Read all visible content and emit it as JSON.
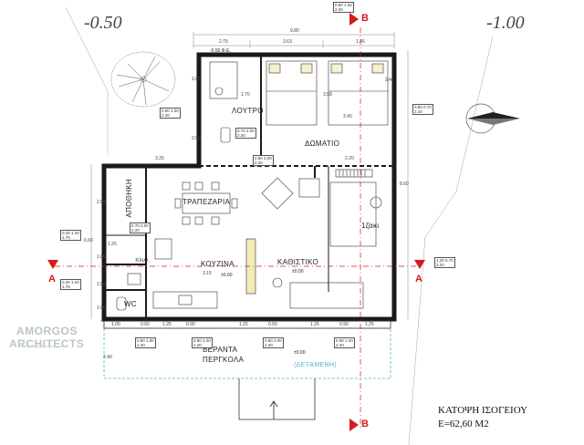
{
  "levels": {
    "left": "-0.50",
    "right": "-1.00"
  },
  "section_marks": {
    "b": "B",
    "a": "A"
  },
  "rooms": {
    "bathroom": "ΛΟΥΤΡΟ",
    "bedroom": "ΔΩΜΑΤΙΟ",
    "storage": "ΑΠΟΘΗΚΗ",
    "dining": "ΤΡΑΠΕΖΑΡΙΑ",
    "bed": "1ζακι",
    "laundry": "πλυν.",
    "kitchen": "ΚΟΥΖΙΝΑ",
    "living": "ΚΑΘΙΣΤΙΚΟ",
    "wc": "WC",
    "veranda": "ΒΕΡΑΝΤΑ",
    "pergola": "ΠΕΡΓΚΟΛΑ",
    "pool": "(ΔΕΞΑΜΕΝΗ)"
  },
  "dimensions": {
    "top_total": "9.80",
    "top_a": "2.75",
    "top_b": "3.63",
    "top_c": "1.45",
    "left_total": "6.60",
    "right_total": "8.60",
    "bottom_a": "1.00",
    "bottom_b": "0.60",
    "bottom_c": "1.25",
    "bottom_d": "0.90",
    "bottom_e": "1.25",
    "bottom_f": "0.50",
    "bottom_g": "1.25",
    "bottom_h": "0.90",
    "bottom_i": "1.25",
    "bath_w": "1.70",
    "bed_w": "3.58",
    "left_h1": "1.65",
    "left_h2": "2.60",
    "right_h1": "3.40",
    "right_h2": "3.40",
    "mid_w": "3.25",
    "mid_w2": "1.25",
    "mid_w3": "2.20",
    "veranda_d": "2.40",
    "kitchen_w": "3.15",
    "side_a": "2.85",
    "side_b": "1.05",
    "side_c": "1.50",
    "side_d": "1.00"
  },
  "windows": [
    {
      "w": "0.80",
      "h": "1.00",
      "h2": "2.00"
    },
    {
      "w": "0.80",
      "h": "1.00",
      "h2": "2.20"
    },
    {
      "w": "0.70",
      "h": "2.00",
      "h2": "2.20"
    },
    {
      "w": "0.80",
      "h": "0.70",
      "h2": "2.20"
    },
    {
      "w": "0.80",
      "h": "2.00",
      "h2": "2.20"
    },
    {
      "w": "0.70",
      "h": "2.00",
      "h2": "2.20"
    },
    {
      "w": "0.40",
      "h": "1.20",
      "h2": "1.75"
    },
    {
      "w": "0.40",
      "h": "1.20",
      "h2": "1.75"
    },
    {
      "w": "1.20",
      "h": "0.70",
      "h2": "2.20"
    },
    {
      "w": "0.80",
      "h": "1.00",
      "h2": "2.20"
    },
    {
      "w": "0.90",
      "h": "1.20",
      "h2": "2.20"
    },
    {
      "w": "0.80",
      "h": "2.00",
      "h2": "2.20"
    },
    {
      "w": "0.90",
      "h": "1.20",
      "h2": "2.20"
    }
  ],
  "elevations": {
    "kitchen": "±0.00",
    "living": "±0.00",
    "veranda": "±0.00",
    "corner": "-0.50 Φ.Ε."
  },
  "title": {
    "line1": "ΚΑΤΟΨΗ ΙΣΟΓΕΙΟΥ",
    "line2": "Ε=62,60 Μ2"
  },
  "logo": {
    "line1": "AMORGOS",
    "line2": "ARCHITECTS"
  },
  "colors": {
    "section": "#d41c1c",
    "wall": "#1a1a1a",
    "veranda": "#4bb6c4",
    "logo": "#bcc6c9"
  }
}
